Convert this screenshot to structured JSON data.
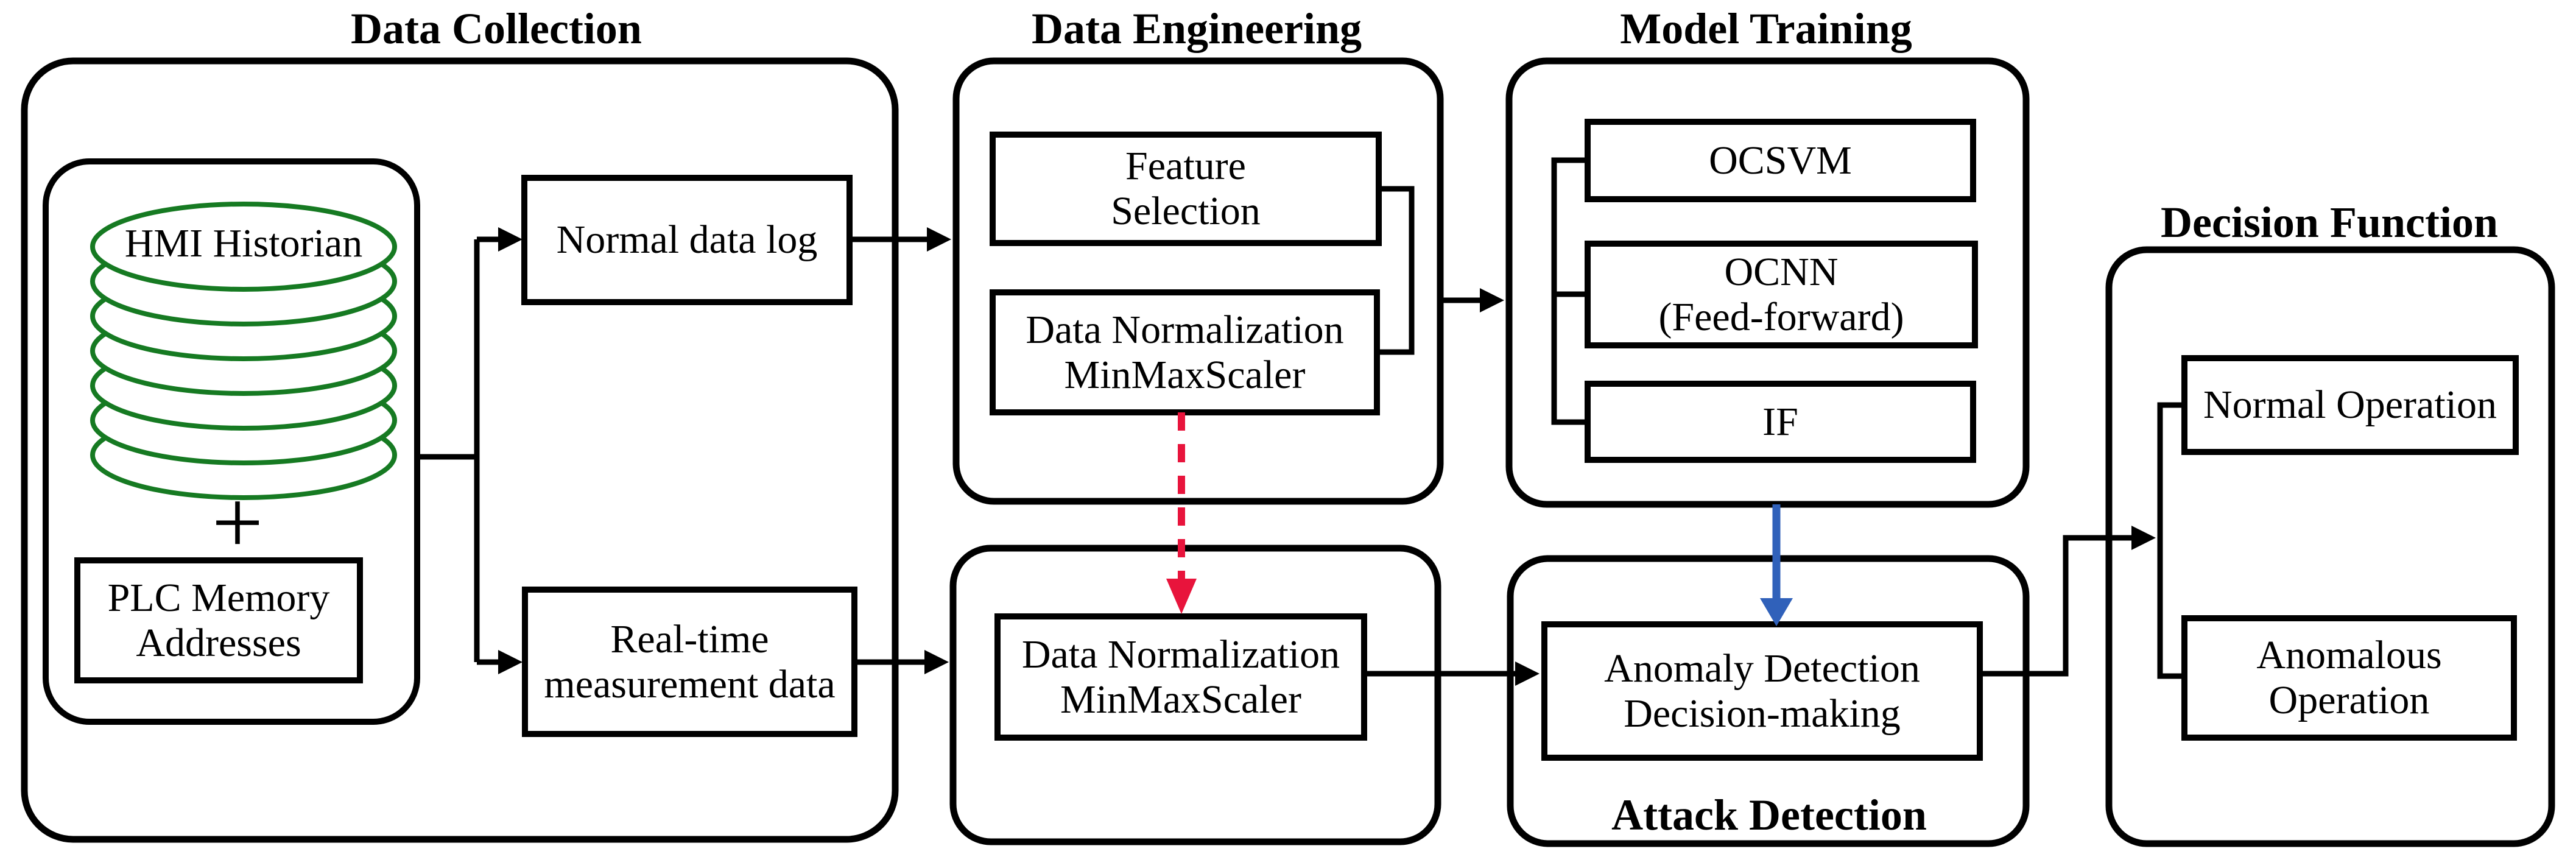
{
  "titles": {
    "data_collection": "Data Collection",
    "data_engineering": "Data Engineering",
    "model_training": "Model Training",
    "attack_detection": "Attack Detection",
    "decision_function": "Decision Function"
  },
  "data_collection": {
    "hmi_historian": "HMI Historian",
    "plus_sign": "+",
    "plc_memory": "PLC Memory\nAddresses",
    "normal_data_log": "Normal data log",
    "realtime_measurement": "Real-time\nmeasurement data"
  },
  "data_engineering": {
    "feature_selection": "Feature\nSelection",
    "data_normalization": "Data Normalization\nMinMaxScaler"
  },
  "model_training": {
    "ocsvm": "OCSVM",
    "ocnn": "OCNN\n(Feed-forward)",
    "isolation_forest": "IF"
  },
  "attack_detection": {
    "data_normalization": "Data Normalization\nMinMaxScaler",
    "anomaly_detection": "Anomaly Detection\nDecision-making"
  },
  "decision_function": {
    "normal_operation": "Normal Operation",
    "anomalous_operation": "Anomalous\nOperation"
  },
  "colors": {
    "line_black": "#000000",
    "database_green": "#167a22",
    "flow_red": "#e8143c",
    "flow_blue": "#3061ba"
  }
}
